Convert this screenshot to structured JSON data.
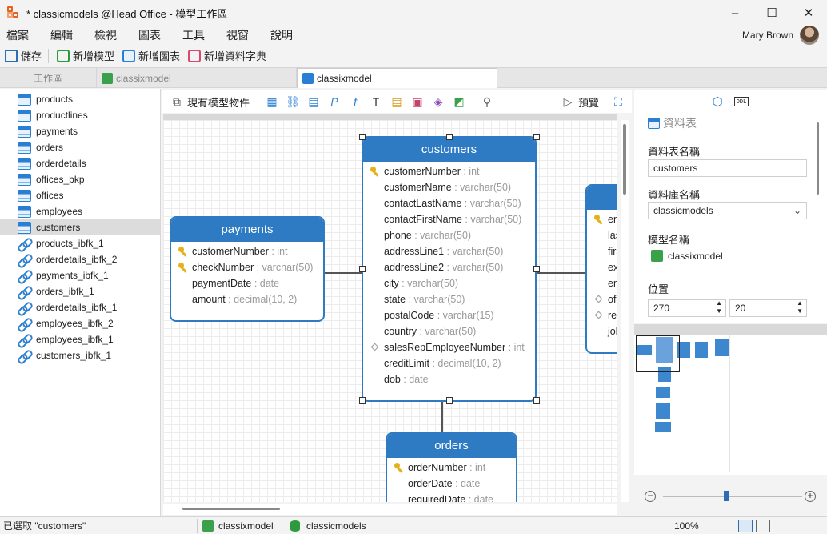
{
  "window": {
    "title": "* classicmodels @Head Office - 模型工作區",
    "min": "–",
    "max": "☐",
    "close": "✕"
  },
  "menu": [
    "檔案",
    "編輯",
    "檢視",
    "圖表",
    "工具",
    "視窗",
    "說明"
  ],
  "user": {
    "name": "Mary Brown"
  },
  "toolbar": {
    "save": "儲存",
    "new_model": "新增模型",
    "new_diagram": "新增圖表",
    "new_dict": "新增資料字典"
  },
  "tabs": {
    "workspace": "工作區",
    "tab1": "classixmodel",
    "tab2": "classixmodel"
  },
  "sidebar": {
    "tables": [
      "products",
      "productlines",
      "payments",
      "orders",
      "orderdetails",
      "offices_bkp",
      "offices",
      "employees",
      "customers"
    ],
    "links": [
      "products_ibfk_1",
      "orderdetails_ibfk_2",
      "payments_ibfk_1",
      "orders_ibfk_1",
      "orderdetails_ibfk_1",
      "employees_ibfk_2",
      "employees_ibfk_1",
      "customers_ibfk_1"
    ],
    "selected": "customers"
  },
  "canvas_toolbar": {
    "existing": "現有模型物件",
    "preview": "預覽"
  },
  "entities": {
    "customers": {
      "name": "customers",
      "fields": [
        {
          "n": "customerNumber",
          "t": "int",
          "k": "pk"
        },
        {
          "n": "customerName",
          "t": "varchar(50)"
        },
        {
          "n": "contactLastName",
          "t": "varchar(50)"
        },
        {
          "n": "contactFirstName",
          "t": "varchar(50)"
        },
        {
          "n": "phone",
          "t": "varchar(50)"
        },
        {
          "n": "addressLine1",
          "t": "varchar(50)"
        },
        {
          "n": "addressLine2",
          "t": "varchar(50)"
        },
        {
          "n": "city",
          "t": "varchar(50)"
        },
        {
          "n": "state",
          "t": "varchar(50)"
        },
        {
          "n": "postalCode",
          "t": "varchar(15)"
        },
        {
          "n": "country",
          "t": "varchar(50)"
        },
        {
          "n": "salesRepEmployeeNumber",
          "t": "int",
          "k": "fk"
        },
        {
          "n": "creditLimit",
          "t": "decimal(10, 2)"
        },
        {
          "n": "dob",
          "t": "date"
        }
      ]
    },
    "payments": {
      "name": "payments",
      "fields": [
        {
          "n": "customerNumber",
          "t": "int",
          "k": "pk"
        },
        {
          "n": "checkNumber",
          "t": "varchar(50)",
          "k": "pk"
        },
        {
          "n": "paymentDate",
          "t": "date"
        },
        {
          "n": "amount",
          "t": "decimal(10, 2)"
        }
      ]
    },
    "orders": {
      "name": "orders",
      "fields": [
        {
          "n": "orderNumber",
          "t": "int",
          "k": "pk"
        },
        {
          "n": "orderDate",
          "t": "date"
        },
        {
          "n": "requiredDate",
          "t": "date"
        }
      ]
    },
    "employees_partial": {
      "fields": [
        {
          "n": "en",
          "k": "pk"
        },
        {
          "n": "las"
        },
        {
          "n": "firs"
        },
        {
          "n": "ex"
        },
        {
          "n": "em"
        },
        {
          "n": "of",
          "k": "fk"
        },
        {
          "n": "rep",
          "k": "fk"
        },
        {
          "n": "jol"
        }
      ]
    }
  },
  "props": {
    "section": "資料表",
    "table_name_label": "資料表名稱",
    "table_name": "customers",
    "db_name_label": "資料庫名稱",
    "db_name": "classicmodels",
    "model_name_label": "模型名稱",
    "model_name": "classixmodel",
    "position_label": "位置",
    "pos_x": "270",
    "pos_y": "20"
  },
  "status": {
    "selected": "已選取 \"customers\"",
    "model": "classixmodel",
    "db": "classicmodels",
    "zoom": "100%"
  }
}
